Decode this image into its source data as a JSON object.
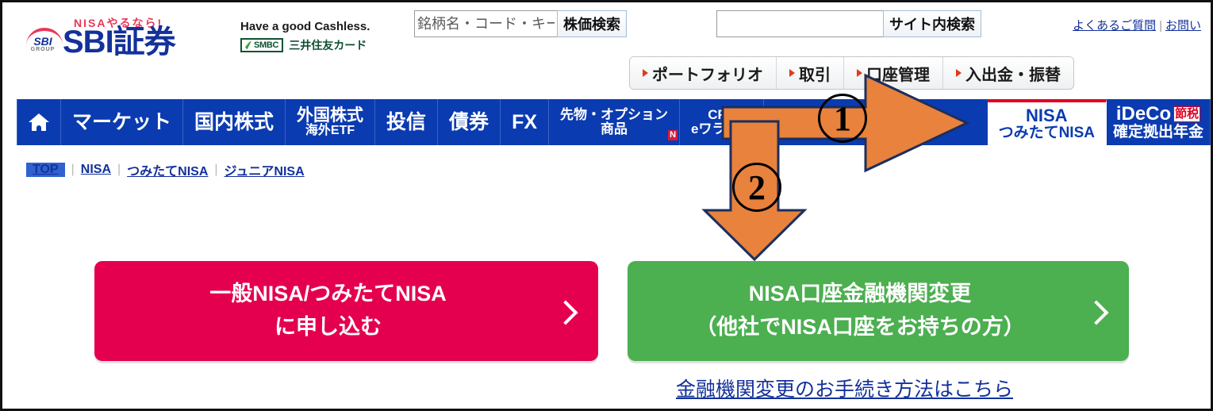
{
  "brand": {
    "tagline": "NISAやるなら!",
    "name": "SBI証券",
    "badge_main": "SBI",
    "badge_sub": "GROUP"
  },
  "cashless": {
    "title": "Have a good Cashless.",
    "chip_text": "SMBC",
    "card_text": "三井住友カード"
  },
  "search": {
    "stock_placeholder": "銘柄名・コード・キーワード",
    "stock_value": "",
    "stock_button": "株価検索",
    "site_value": "",
    "site_button": "サイト内検索"
  },
  "header_links": {
    "faq": "よくあるご質問",
    "separator": "|",
    "contact": "お問い"
  },
  "pill_nav": [
    {
      "label": "ポートフォリオ"
    },
    {
      "label": "取引"
    },
    {
      "label": "口座管理"
    },
    {
      "label": "入出金・振替"
    }
  ],
  "global_nav": [
    {
      "icon": "home-icon",
      "l1": "",
      "l2": ""
    },
    {
      "l1": "マーケット",
      "l2": ""
    },
    {
      "l1": "国内株式",
      "l2": ""
    },
    {
      "l1": "外国株式",
      "l2": "海外ETF"
    },
    {
      "l1": "投信",
      "l2": ""
    },
    {
      "l1": "債券",
      "l2": ""
    },
    {
      "l1": "FX",
      "l2": ""
    },
    {
      "l1": "先物・オプション",
      "l2": "商品",
      "badge": "N"
    },
    {
      "l1": "CFD",
      "l2": "eワラント"
    },
    {
      "l1": "NISA",
      "l2": "つみたてNISA",
      "active": true
    },
    {
      "l1": "iDeCo",
      "l2": "確定拠出年金",
      "badge2": "節税"
    }
  ],
  "breadcrumb": {
    "top": "TOP",
    "items": [
      "NISA",
      "つみたてNISA",
      "ジュニアNISA"
    ],
    "separator": "|"
  },
  "cta": {
    "pink": {
      "line1": "一般NISA/つみたてNISA",
      "line2": "に申し込む"
    },
    "green": {
      "line1": "NISA口座金融機関変更",
      "line2": "（他社でNISA口座をお持ちの方）"
    }
  },
  "bottom_link": "金融機関変更のお手続き方法はこちら",
  "annotations": [
    {
      "number": "1",
      "direction": "right"
    },
    {
      "number": "2",
      "direction": "down"
    }
  ],
  "colors": {
    "nav_blue": "#0b3bb0",
    "brand_blue": "#13319b",
    "brand_pink": "#e8375a",
    "cta_pink": "#e4004f",
    "cta_green": "#4caf50",
    "annotation_orange": "#e8823c",
    "badge_red": "#e00023"
  }
}
